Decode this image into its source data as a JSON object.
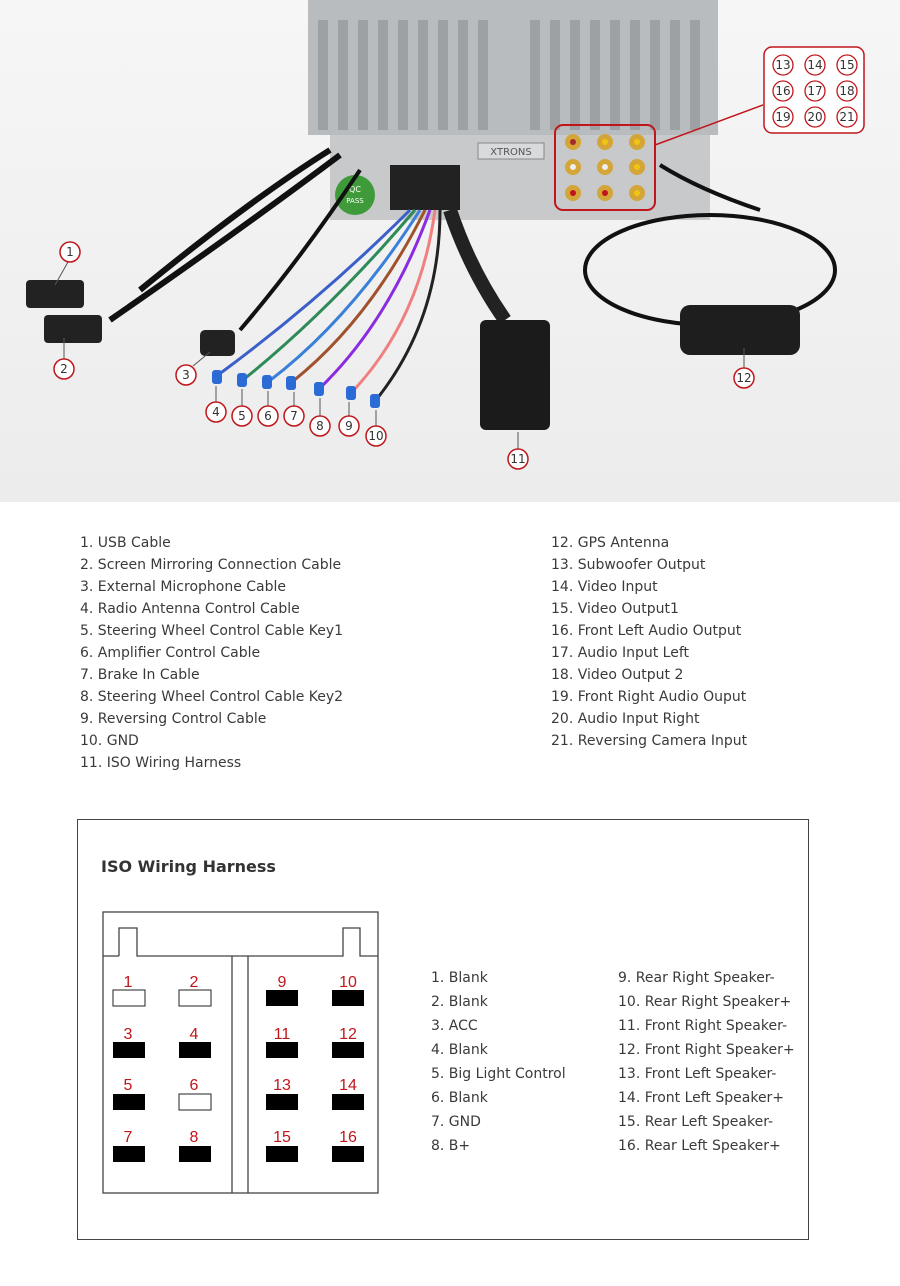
{
  "photo": {
    "callouts": [
      "1",
      "2",
      "3",
      "4",
      "5",
      "6",
      "7",
      "8",
      "9",
      "10",
      "11",
      "12"
    ],
    "grid_callouts": [
      "13",
      "14",
      "15",
      "16",
      "17",
      "18",
      "19",
      "20",
      "21"
    ],
    "labels": {
      "qc": "QC",
      "pass": "PASS",
      "brand": "XTRONS"
    }
  },
  "legend_left": [
    "1. USB Cable",
    "2. Screen Mirroring Connection Cable",
    "3. External Microphone Cable",
    "4. Radio Antenna Control Cable",
    "5. Steering Wheel Control Cable Key1",
    "6. Amplifier Control Cable",
    "7. Brake In Cable",
    "8. Steering Wheel Control Cable Key2",
    "9. Reversing Control Cable",
    "10. GND",
    "11. ISO Wiring Harness"
  ],
  "legend_right": [
    "12. GPS Antenna",
    "13. Subwoofer Output",
    "14. Video Input",
    "15. Video Output1",
    "16. Front Left Audio Output",
    "17. Audio Input Left",
    "18. Video Output 2",
    "19. Front Right Audio Ouput",
    "20. Audio Input Right",
    "21. Reversing Camera Input"
  ],
  "iso": {
    "title": "ISO Wiring Harness",
    "pins": [
      "1",
      "2",
      "3",
      "4",
      "5",
      "6",
      "7",
      "8",
      "9",
      "10",
      "11",
      "12",
      "13",
      "14",
      "15",
      "16"
    ],
    "pin_list_left": [
      "1. Blank",
      "2. Blank",
      "3. ACC",
      "4. Blank",
      "5. Big Light Control",
      "6. Blank",
      "7. GND",
      "8. B+"
    ],
    "pin_list_right": [
      "9. Rear Right Speaker-",
      "10. Rear Right Speaker+",
      "11. Front Right Speaker-",
      "12.  Front Right Speaker+",
      "13. Front Left Speaker-",
      "14. Front Left Speaker+",
      "15. Rear Left Speaker-",
      "16. Rear Left Speaker+"
    ]
  }
}
